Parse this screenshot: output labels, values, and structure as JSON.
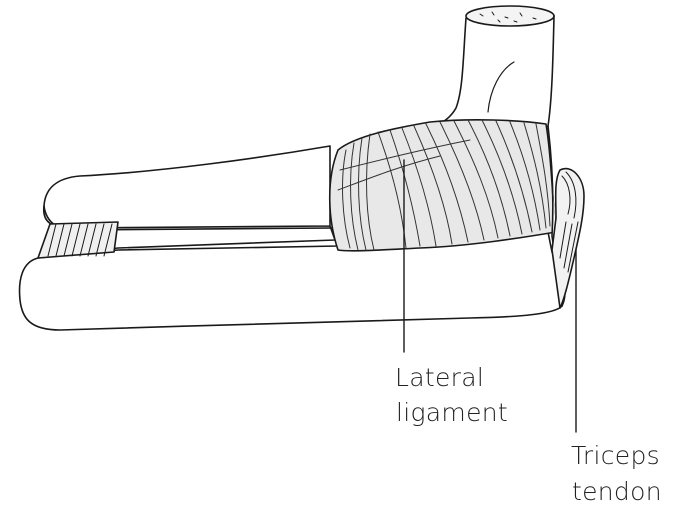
{
  "labels": {
    "lateral_ligament": {
      "line1": "Lateral",
      "line2": "ligament"
    },
    "triceps_tendon": {
      "line1": "Triceps",
      "line2": "tendon"
    }
  },
  "colors": {
    "outline": "#1a1a1a",
    "ligament_fill": "#e8e8e8",
    "bone_fill": "#ffffff"
  }
}
